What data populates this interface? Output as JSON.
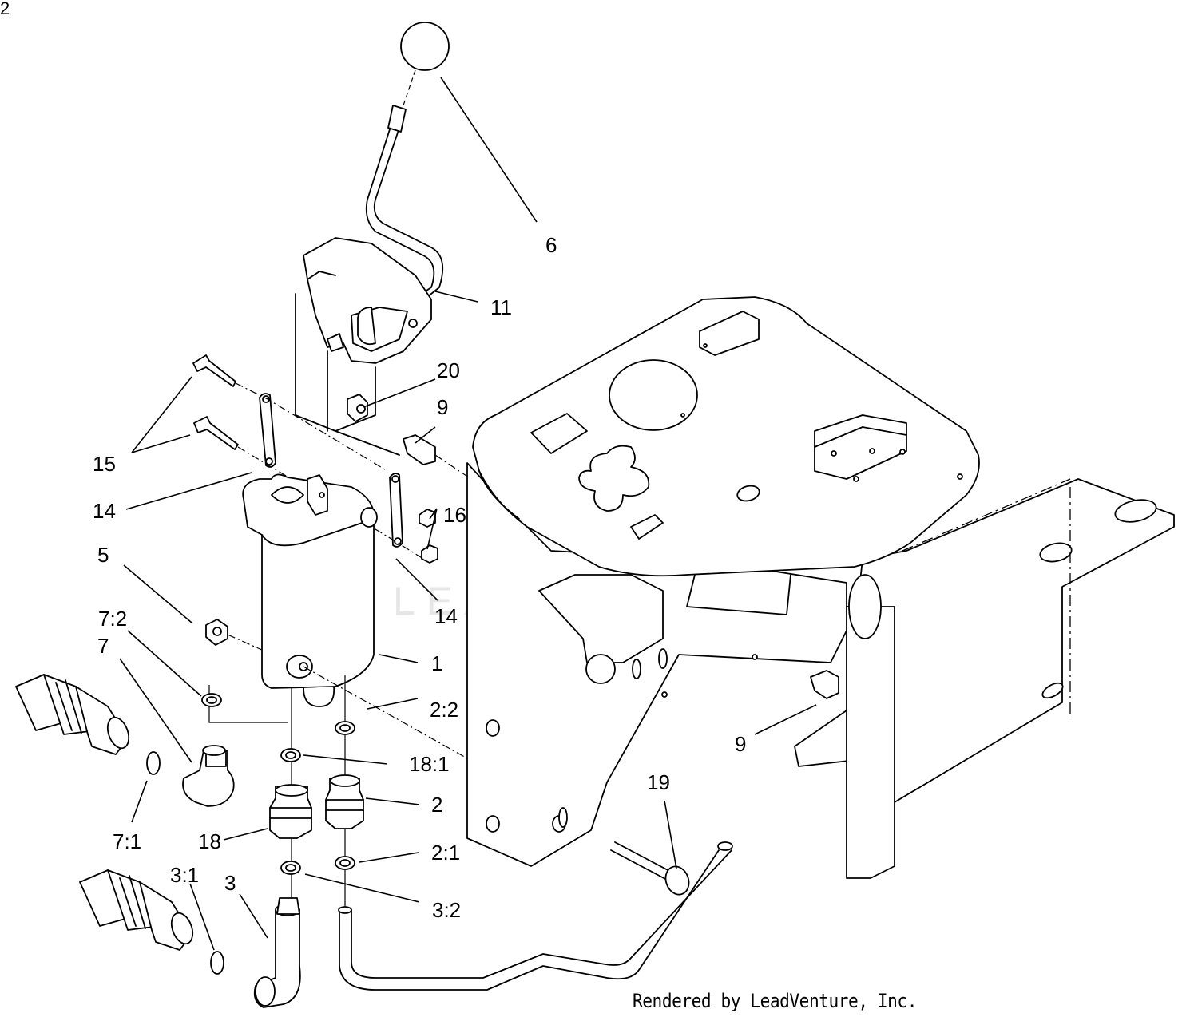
{
  "corner_label": "2",
  "credit": "Rendered by LeadVenture, Inc.",
  "watermark": {
    "text": "LEADVENTURE",
    "color": "#e6e6e6"
  },
  "callouts": [
    {
      "id": "6",
      "label": "6"
    },
    {
      "id": "11",
      "label": "11"
    },
    {
      "id": "20",
      "label": "20"
    },
    {
      "id": "9a",
      "label": "9"
    },
    {
      "id": "15",
      "label": "15"
    },
    {
      "id": "14a",
      "label": "14"
    },
    {
      "id": "16",
      "label": "16"
    },
    {
      "id": "5",
      "label": "5"
    },
    {
      "id": "14b",
      "label": "14"
    },
    {
      "id": "7-2",
      "label": "7:2"
    },
    {
      "id": "7",
      "label": "7"
    },
    {
      "id": "1",
      "label": "1"
    },
    {
      "id": "2-2",
      "label": "2:2"
    },
    {
      "id": "9b",
      "label": "9"
    },
    {
      "id": "18-1",
      "label": "18:1"
    },
    {
      "id": "19",
      "label": "19"
    },
    {
      "id": "2",
      "label": "2"
    },
    {
      "id": "7-1",
      "label": "7:1"
    },
    {
      "id": "18",
      "label": "18"
    },
    {
      "id": "2-1",
      "label": "2:1"
    },
    {
      "id": "3-1",
      "label": "3:1"
    },
    {
      "id": "3",
      "label": "3"
    },
    {
      "id": "3-2",
      "label": "3:2"
    }
  ]
}
